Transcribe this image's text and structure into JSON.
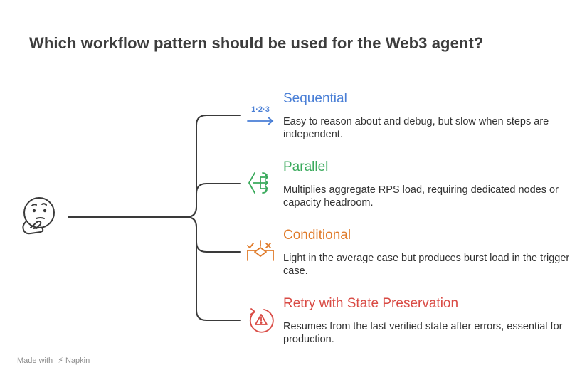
{
  "title": "Which workflow pattern should be used for the Web3 agent?",
  "branches": [
    {
      "title": "Sequential",
      "description": "Easy to reason about and debug, but slow when steps are independent.",
      "color": "#4a7fd6",
      "icon": "sequential-steps-icon",
      "icon_text": "1·2·3"
    },
    {
      "title": "Parallel",
      "description": "Multiplies aggregate RPS load, requiring dedicated nodes or capacity headroom.",
      "color": "#3aaa5c",
      "icon": "parallel-branch-icon"
    },
    {
      "title": "Conditional",
      "description": "Light in the average case but produces burst load in the trigger case.",
      "color": "#e07b2a",
      "icon": "conditional-check-cross-icon"
    },
    {
      "title": "Retry with State Preservation",
      "description": "Resumes from the last verified state after errors, essential for production.",
      "color": "#d94b45",
      "icon": "retry-warning-icon"
    }
  ],
  "root_icon": "thinking-face-icon",
  "footer": {
    "prefix": "Made with",
    "brand": "Napkin"
  }
}
